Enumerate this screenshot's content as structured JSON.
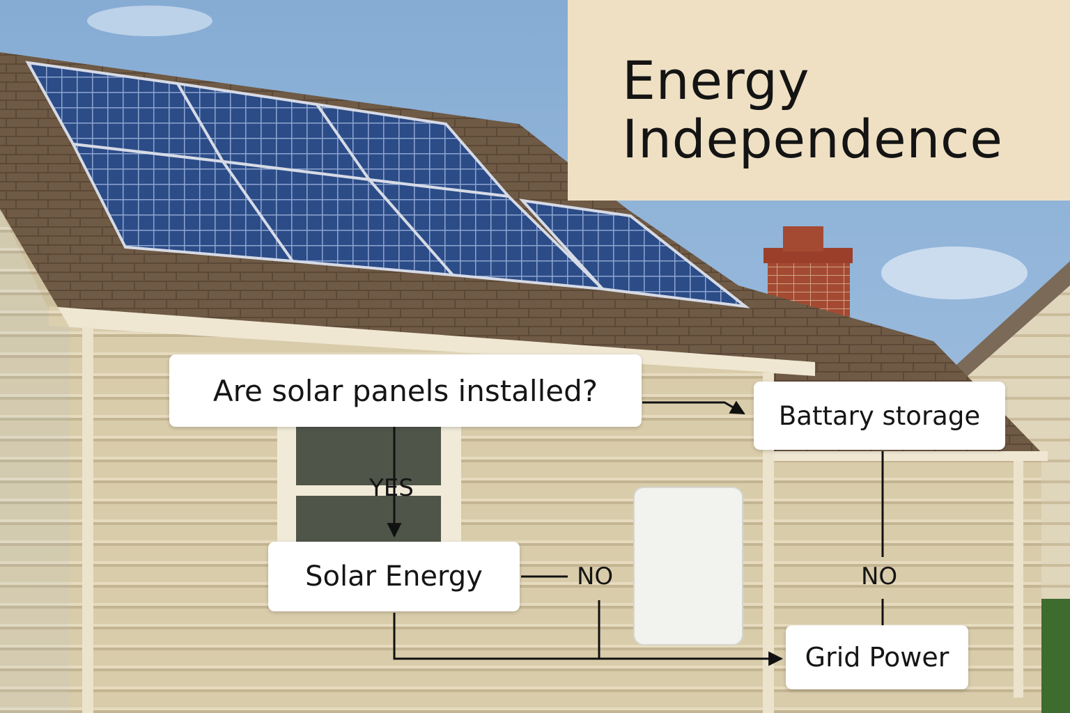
{
  "title": {
    "line1": "Energy",
    "line2": "Independence"
  },
  "flowchart": {
    "question": "Are solar panels installed?",
    "battery": "Battary storage",
    "solar": "Solar Energy",
    "grid": "Grid Power",
    "yes_label": "YES",
    "no_label_left": "NO",
    "no_label_right": "NO"
  },
  "colors": {
    "title_panel": "#efe0c3",
    "siding": "#d9ccaa",
    "roof": "#6f5a45",
    "sky": "#8fb3d6",
    "panel": "#2a4a85",
    "chimney": "#a44a32",
    "arrow": "#111111",
    "box": "#ffffff"
  }
}
